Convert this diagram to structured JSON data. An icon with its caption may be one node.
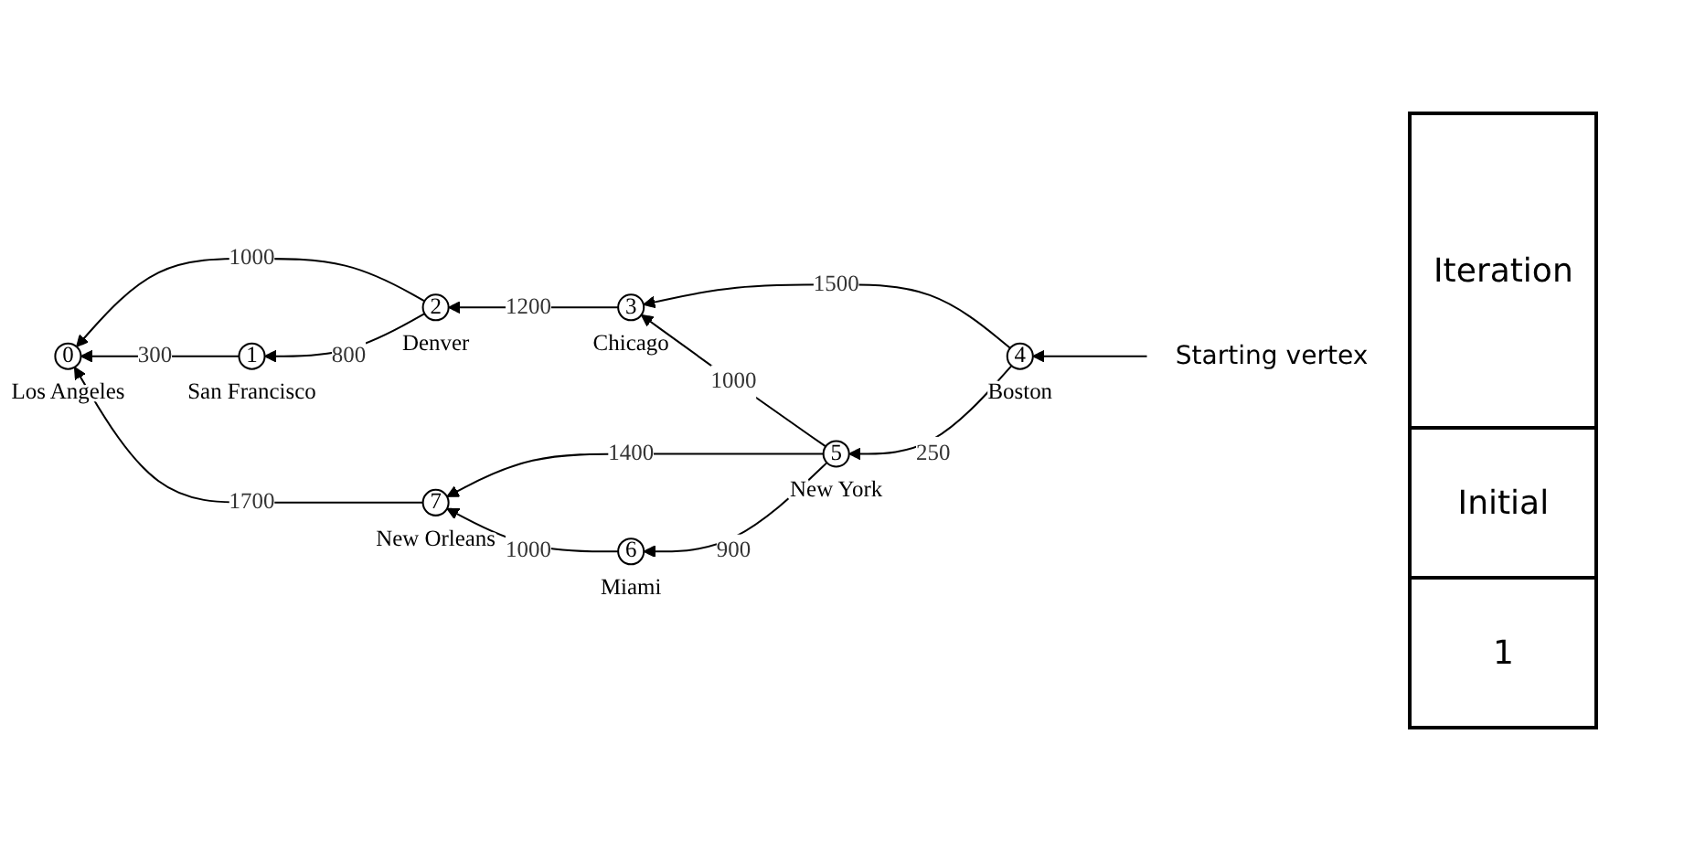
{
  "diagram": {
    "nodes": [
      {
        "text": [
          "0"
        ],
        "beside": [
          "Los Angeles"
        ]
      },
      {
        "text": [
          "1"
        ],
        "beside": [
          "San Francisco"
        ]
      },
      {
        "text": [
          "2"
        ],
        "beside": [
          "Denver"
        ]
      },
      {
        "text": [
          "3"
        ],
        "beside": [
          "Chicago"
        ]
      },
      {
        "text": [
          "4"
        ],
        "beside": [
          "Boston"
        ]
      },
      {
        "text": [
          "5"
        ],
        "beside": [
          "New York"
        ]
      },
      {
        "text": [
          "6"
        ],
        "beside": [
          "Miami"
        ]
      },
      {
        "text": [
          "7"
        ],
        "beside": [
          "New Orleans"
        ]
      },
      {
        "text": [
          "Starting vertex"
        ]
      }
    ],
    "edges": [
      {
        "from": 8,
        "to": 4,
        "arrow": "to"
      },
      {
        "from": 4,
        "to": 3,
        "arrow": "to",
        "label": "1500"
      },
      {
        "from": 4,
        "to": 5,
        "arrow": "to",
        "label": "250"
      },
      {
        "from": 3,
        "to": 2,
        "arrow": "to",
        "label": "1200"
      },
      {
        "from": 2,
        "to": 1,
        "arrow": "to",
        "label": "800"
      },
      {
        "from": 2,
        "to": 0,
        "arrow": "to",
        "label": "1000"
      },
      {
        "from": 1,
        "to": 0,
        "arrow": "to",
        "label": "300"
      },
      {
        "from": 5,
        "to": 3,
        "arrow": "to",
        "label": "1000"
      },
      {
        "from": 5,
        "to": 7,
        "arrow": "to",
        "label": "1400"
      },
      {
        "from": 5,
        "to": 6,
        "arrow": "to",
        "label": "900"
      },
      {
        "from": 6,
        "to": 7,
        "arrow": "to",
        "label": "1000"
      },
      {
        "from": 7,
        "to": 0,
        "arrow": "to",
        "label": "1700"
      }
    ],
    "labels": [
      "Iteration",
      "Initial",
      "1"
    ]
  }
}
